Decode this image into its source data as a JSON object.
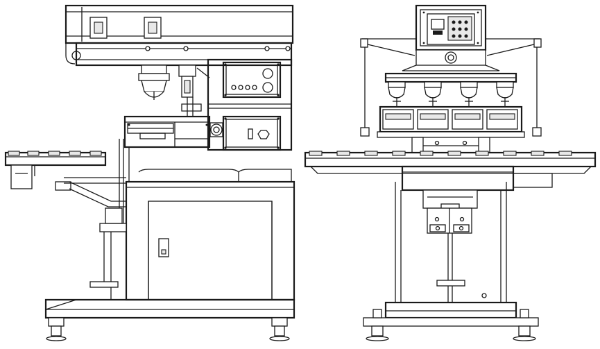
{
  "figure": {
    "title": "",
    "views": [
      {
        "id": "side-view",
        "label": ""
      },
      {
        "id": "front-view",
        "label": ""
      }
    ],
    "colors": {
      "line": "#1a1a1a",
      "background": "#ffffff",
      "shade": "#e8e8e8"
    },
    "front_view_pad_heads": 4
  }
}
